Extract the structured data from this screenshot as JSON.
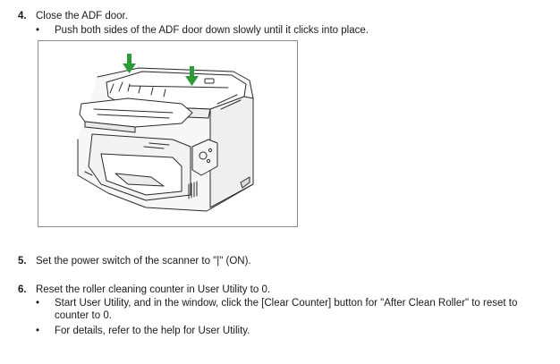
{
  "steps": [
    {
      "number": "4.",
      "text": "Close the ADF door.",
      "bullets": [
        "Push both sides of the ADF door down slowly until it clicks into place."
      ]
    },
    {
      "number": "5.",
      "text": "Set the power switch of the scanner to \"|\" (ON).",
      "bullets": []
    },
    {
      "number": "6.",
      "text": "Reset the roller cleaning counter in User Utility to 0.",
      "bullets": [
        "Start User Utility, and in the window, click the [Clear Counter] button for \"After Clean Roller\" to reset to counter to 0.",
        "For details, refer to the help for User Utility."
      ]
    }
  ],
  "bullet_glyph": "•",
  "figure": {
    "arrow_color": "#2e9a3a",
    "icon": "scanner-illustration"
  }
}
